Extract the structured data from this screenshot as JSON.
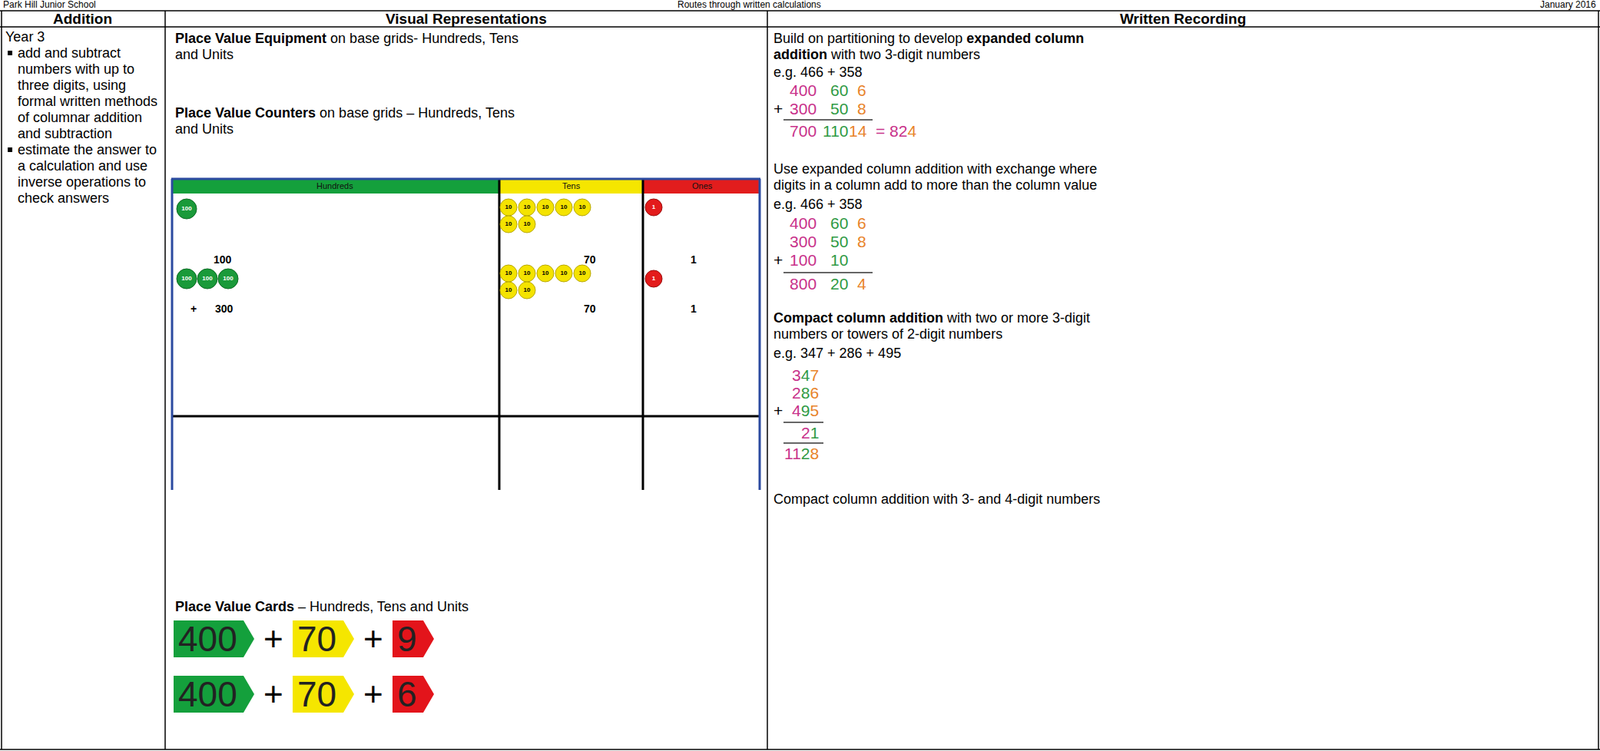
{
  "diagram": {
    "nodes": [
      {
        "text": [
          "400"
        ]
      },
      {
        "text": [
          "70"
        ]
      },
      {
        "text": [
          "9"
        ]
      },
      {
        "text": [
          "400"
        ]
      },
      {
        "text": [
          "70"
        ]
      },
      {
        "text": [
          "6"
        ]
      }
    ],
    "labels": [
      "Park Hill Junior School",
      "Routes through written calculations",
      "January 2016",
      "Addition",
      "Visual Representations",
      "Written Recording",
      "Year 3",
      "add and subtract numbers with up to three digits, using formal written methods of columnar addition and subtraction",
      "estimate the answer to a calculation and use inverse operations to check answers",
      "Place Value Equipment",
      "on base grids- Hundreds, Tens and Units",
      "Place Value Counters",
      "on base grids – Hundreds, Tens and Units",
      "Hundreds",
      "Tens",
      "Ones",
      "100",
      "10",
      "10",
      "10",
      "10",
      "10",
      "10",
      "10",
      "1",
      "100",
      "70",
      "1",
      "100",
      "100",
      "100",
      "10",
      "10",
      "10",
      "10",
      "10",
      "10",
      "10",
      "1",
      "+",
      "300",
      "70",
      "1",
      "Place Value Cards",
      "– Hundreds, Tens and Units",
      "+",
      "+",
      "+",
      "+",
      "Build on partitioning to develop",
      "expanded column addition",
      "with two 3-digit numbers",
      "e.g. 466 + 358",
      "400",
      "60",
      "6",
      "+",
      "300",
      "50",
      "8",
      "700",
      "110",
      "14",
      "= 824",
      "Use expanded column addition with exchange where digits in a column add to more than the column value",
      "e.g. 466 + 358",
      "400",
      "60",
      "6",
      "300",
      "50",
      "8",
      "+",
      "100",
      "10",
      "800",
      "20",
      "4",
      "Compact column addition",
      "with two or more 3-digit numbers or towers of 2-digit numbers",
      "e.g. 347 + 286 + 495",
      "347",
      "286",
      "+",
      "495",
      "21",
      "1128",
      "Compact column addition with 3- and 4-digit numbers"
    ]
  }
}
